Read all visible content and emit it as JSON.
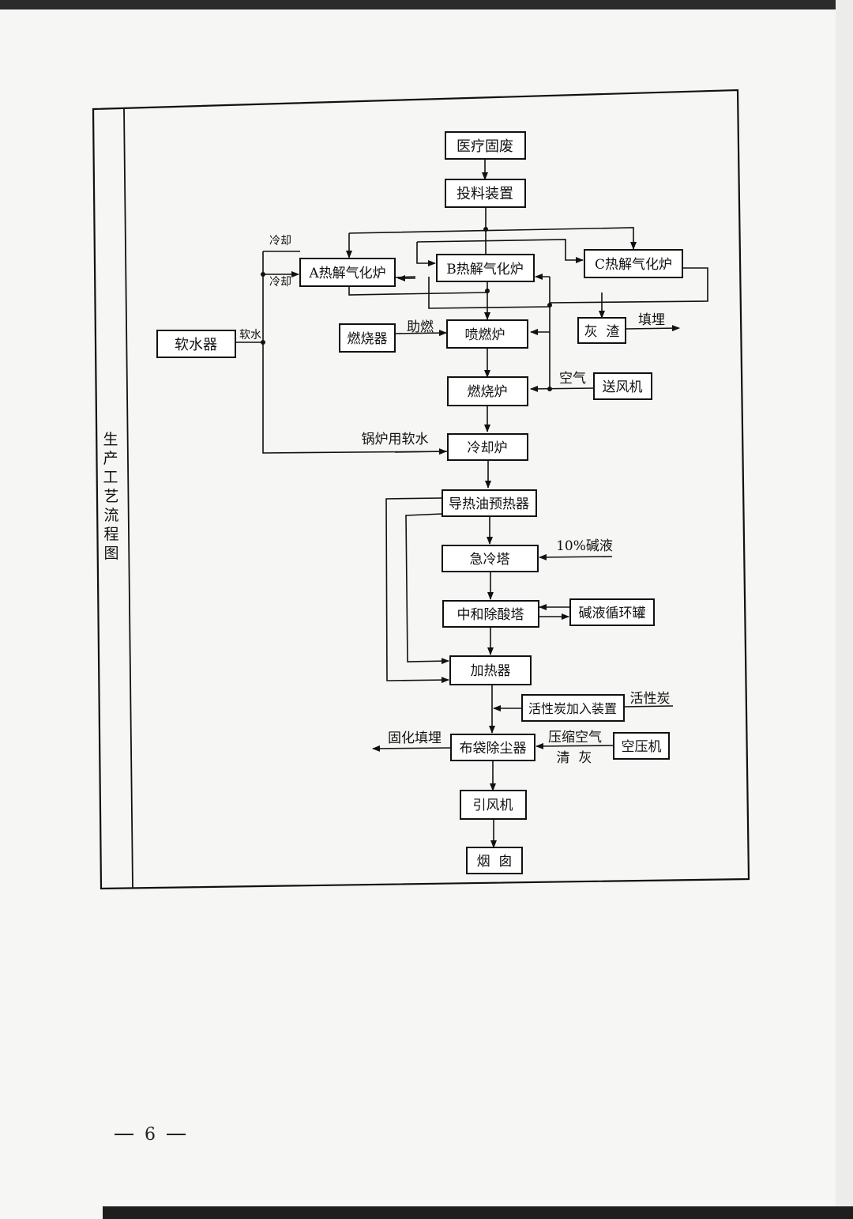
{
  "frame": {
    "side_title": "生产工艺流程图"
  },
  "nodes": {
    "waste": "医疗固废",
    "feeder": "投料装置",
    "gasifier_a": "A热解气化炉",
    "gasifier_b": "B热解气化炉",
    "gasifier_c": "C热解气化炉",
    "softener": "软水器",
    "burner": "燃烧器",
    "spray_furnace": "喷燃炉",
    "ash": "灰  渣",
    "combustion_furnace": "燃烧炉",
    "blower": "送风机",
    "cooling_furnace": "冷却炉",
    "oil_preheater": "导热油预热器",
    "quench_tower": "急冷塔",
    "neutral_tower": "中和除酸塔",
    "alkali_tank": "碱液循环罐",
    "heater": "加热器",
    "carbon_feeder": "活性炭加入装置",
    "bag_filter": "布袋除尘器",
    "compressor": "空压机",
    "id_fan": "引风机",
    "chimney": "烟  囱"
  },
  "labels": {
    "cooling_1": "冷却",
    "cooling_2": "冷却",
    "soft_water": "软水",
    "combustion_aid": "助燃",
    "landfill": "填埋",
    "air": "空气",
    "boiler_water": "锅炉用软水",
    "alkali_10": "10%碱液",
    "activated_carbon": "活性炭",
    "solidify_landfill": "固化填埋",
    "compressed_air": "压缩空气",
    "ash_clean": "清  灰"
  },
  "footer": {
    "page_number": "6"
  }
}
